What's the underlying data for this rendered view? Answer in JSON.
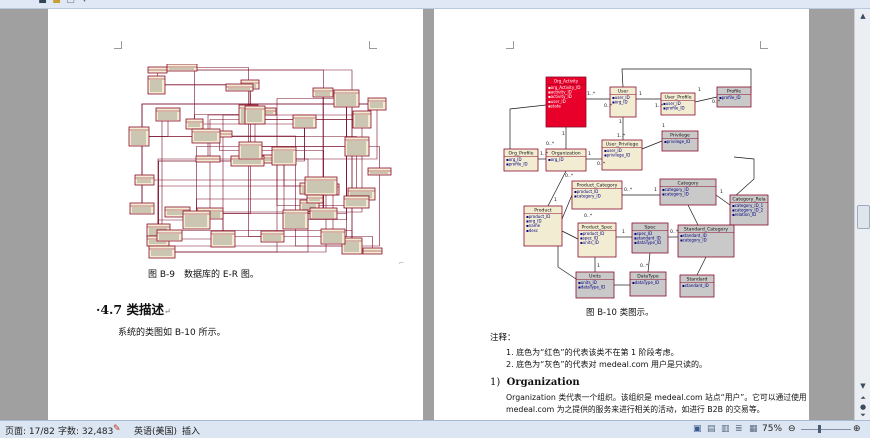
{
  "left_page": {
    "caption": "图 B-9　数据库的 E-R 图。",
    "heading": "·4.7 类描述",
    "heading_mark": "↵",
    "body": "系统的类图如 B-10 所示。"
  },
  "right_page": {
    "diagram": {
      "classes": [
        {
          "name": "Org_Activity",
          "fields": [
            "org_Activity_ID",
            "activity_ID",
            "activity_ID",
            "user_ID",
            "state"
          ],
          "color": "red"
        },
        {
          "name": "User",
          "fields": [
            "user_ID",
            "org_ID"
          ],
          "color": "yellow"
        },
        {
          "name": "User_Profile",
          "fields": [
            "user_ID",
            "profile_ID"
          ],
          "color": "yellow"
        },
        {
          "name": "Profile",
          "fields": [
            "profile_ID"
          ],
          "color": "grey"
        },
        {
          "name": "Org_Profile",
          "fields": [
            "org_ID",
            "profile_ID"
          ],
          "color": "yellow"
        },
        {
          "name": "Organization",
          "fields": [
            "org_ID"
          ],
          "color": "yellow"
        },
        {
          "name": "User_Privilege",
          "fields": [
            "user_ID",
            "privilege_ID"
          ],
          "color": "yellow"
        },
        {
          "name": "Privilege",
          "fields": [
            "privilege_ID"
          ],
          "color": "grey"
        },
        {
          "name": "Product_Category",
          "fields": [
            "product_ID",
            "category_ID"
          ],
          "color": "yellow"
        },
        {
          "name": "Category",
          "fields": [
            "category_ID",
            "category_ID"
          ],
          "color": "grey"
        },
        {
          "name": "Category_Rela",
          "fields": [
            "category_ID_1",
            "category_ID_2",
            "relation_ID"
          ],
          "color": "grey"
        },
        {
          "name": "Product",
          "fields": [
            "product_ID",
            "org_ID",
            "name",
            "desc"
          ],
          "color": "yellow"
        },
        {
          "name": "Product_Spec",
          "fields": [
            "product_ID",
            "spec_ID",
            "units_ID"
          ],
          "color": "yellow"
        },
        {
          "name": "Spec",
          "fields": [
            "spec_ID",
            "standard_ID",
            "dataType_ID"
          ],
          "color": "grey"
        },
        {
          "name": "Standard_Category",
          "fields": [
            "standard_ID",
            "category_ID"
          ],
          "color": "grey"
        },
        {
          "name": "Units",
          "fields": [
            "units_ID",
            "dataType_ID"
          ],
          "color": "grey"
        },
        {
          "name": "DataType",
          "fields": [
            "dataType_ID"
          ],
          "color": "grey"
        },
        {
          "name": "Standard",
          "fields": [
            "standard_ID"
          ],
          "color": "grey"
        }
      ],
      "multiplicities": [
        "1",
        "0..*",
        "1..*",
        "0..*",
        "1",
        "1..*",
        "1",
        "0..*",
        "1",
        "1..*",
        "1",
        "0..*",
        "1..*",
        "1",
        "0..*",
        "1",
        "0..*",
        "1",
        "1",
        "0..*",
        "1",
        "0..*",
        "1",
        "0..*"
      ]
    },
    "caption": "图 B-10 类图示。",
    "note_label": "注释：",
    "notes": [
      "1.  底色为“红色”的代表该类不在第 1 阶段考虑。",
      "2.  底色为“灰色”的代表对 medeal.com 用户是只读的。"
    ],
    "section_num": "1)",
    "section_title": "Organization",
    "para1": "Organization  类代表一个组织。该组织是  medeal.com  站点“用户”。它可以通过使用",
    "para2": "medeal.com 为之提供的服务来进行相关的活动，如进行 B2B 的交易等。"
  },
  "status_bar": {
    "page": "页面: 17/82",
    "words": "字数: 32,483",
    "lang": "英语(美国)",
    "mode": "插入",
    "zoom": "75%"
  },
  "colors": {
    "accent_class": "#e8002a",
    "readonly_class": "#c9c9c9",
    "entity_border": "#8b0a2a"
  }
}
